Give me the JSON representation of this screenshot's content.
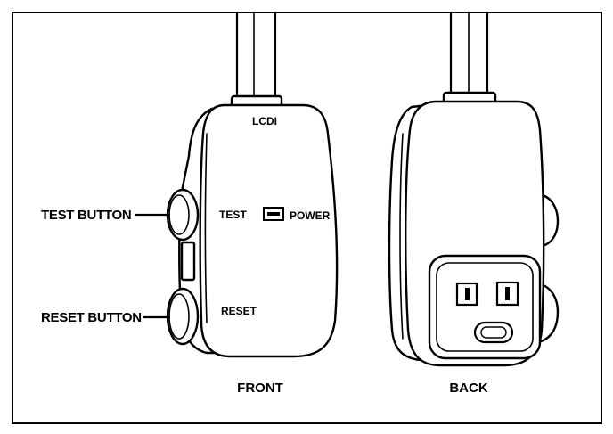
{
  "callouts": {
    "test_button": "TEST BUTTON",
    "reset_button": "RESET BUTTON"
  },
  "front": {
    "brand": "LCDI",
    "test_label": "TEST",
    "power_label": "POWER",
    "reset_label": "RESET",
    "caption": "FRONT"
  },
  "back": {
    "caption": "BACK"
  },
  "colors": {
    "line": "#000000",
    "background": "#ffffff"
  }
}
